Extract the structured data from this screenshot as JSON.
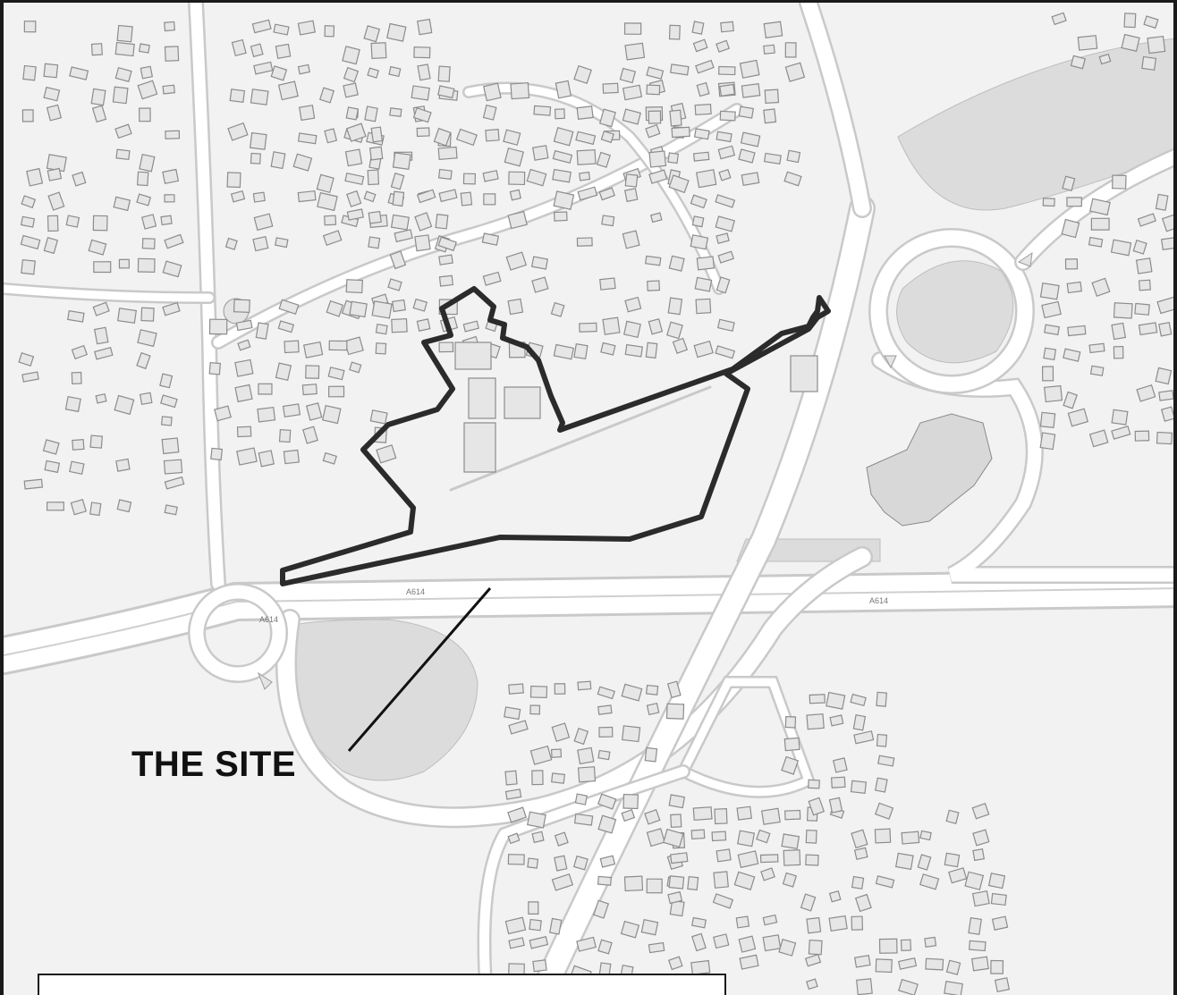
{
  "map": {
    "site_label": "THE SITE",
    "road_labels": [
      "A614",
      "A614",
      "A614"
    ]
  },
  "colors": {
    "background": "#f2f2f2",
    "road_fill": "#ffffff",
    "road_edge": "#c9c9c9",
    "building_fill": "#e6e6e6",
    "building_edge": "#8c8c8c",
    "grey_area": "#dcdcdc",
    "site_boundary": "#2b2b2b"
  }
}
